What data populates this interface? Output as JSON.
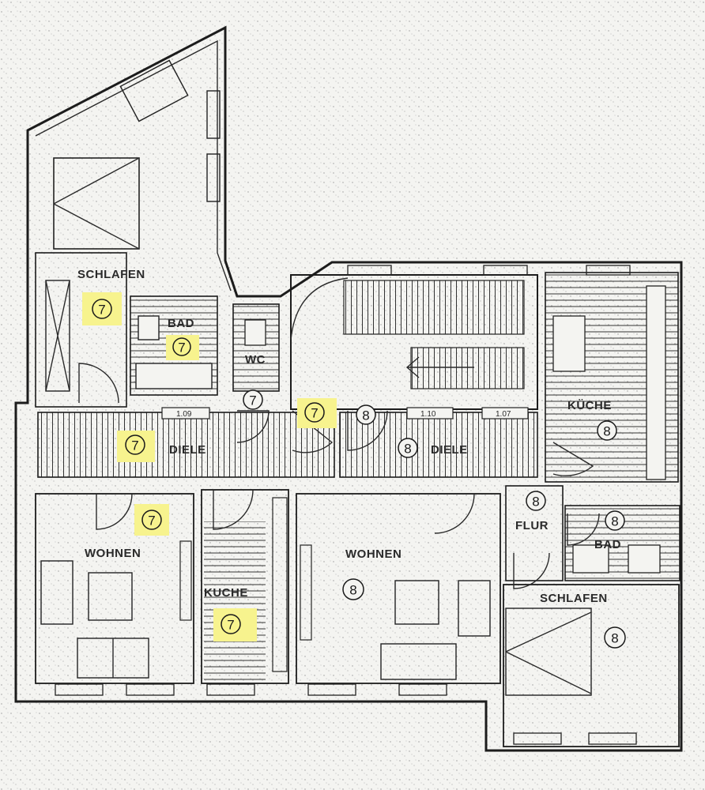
{
  "unit_7": {
    "number": "7",
    "rooms": {
      "schlafen": "SCHLAFEN",
      "bad": "BAD",
      "wc": "WC",
      "diele": "DIELE",
      "wohnen": "WOHNEN",
      "kuche": "KUCHE"
    },
    "dimension_1": "1.09"
  },
  "unit_8": {
    "number": "8",
    "rooms": {
      "diele": "DIELE",
      "kuche": "KÜCHE",
      "flur": "FLUR",
      "bad": "BAD",
      "wohnen": "WOHNEN",
      "schlafen": "SCHLAFEN"
    },
    "dimension_1": "1.10",
    "dimension_2": "1.07"
  },
  "colors": {
    "highlight": "#f7f38e",
    "ink": "#1c1c1c",
    "paper": "#f4f4f1"
  }
}
